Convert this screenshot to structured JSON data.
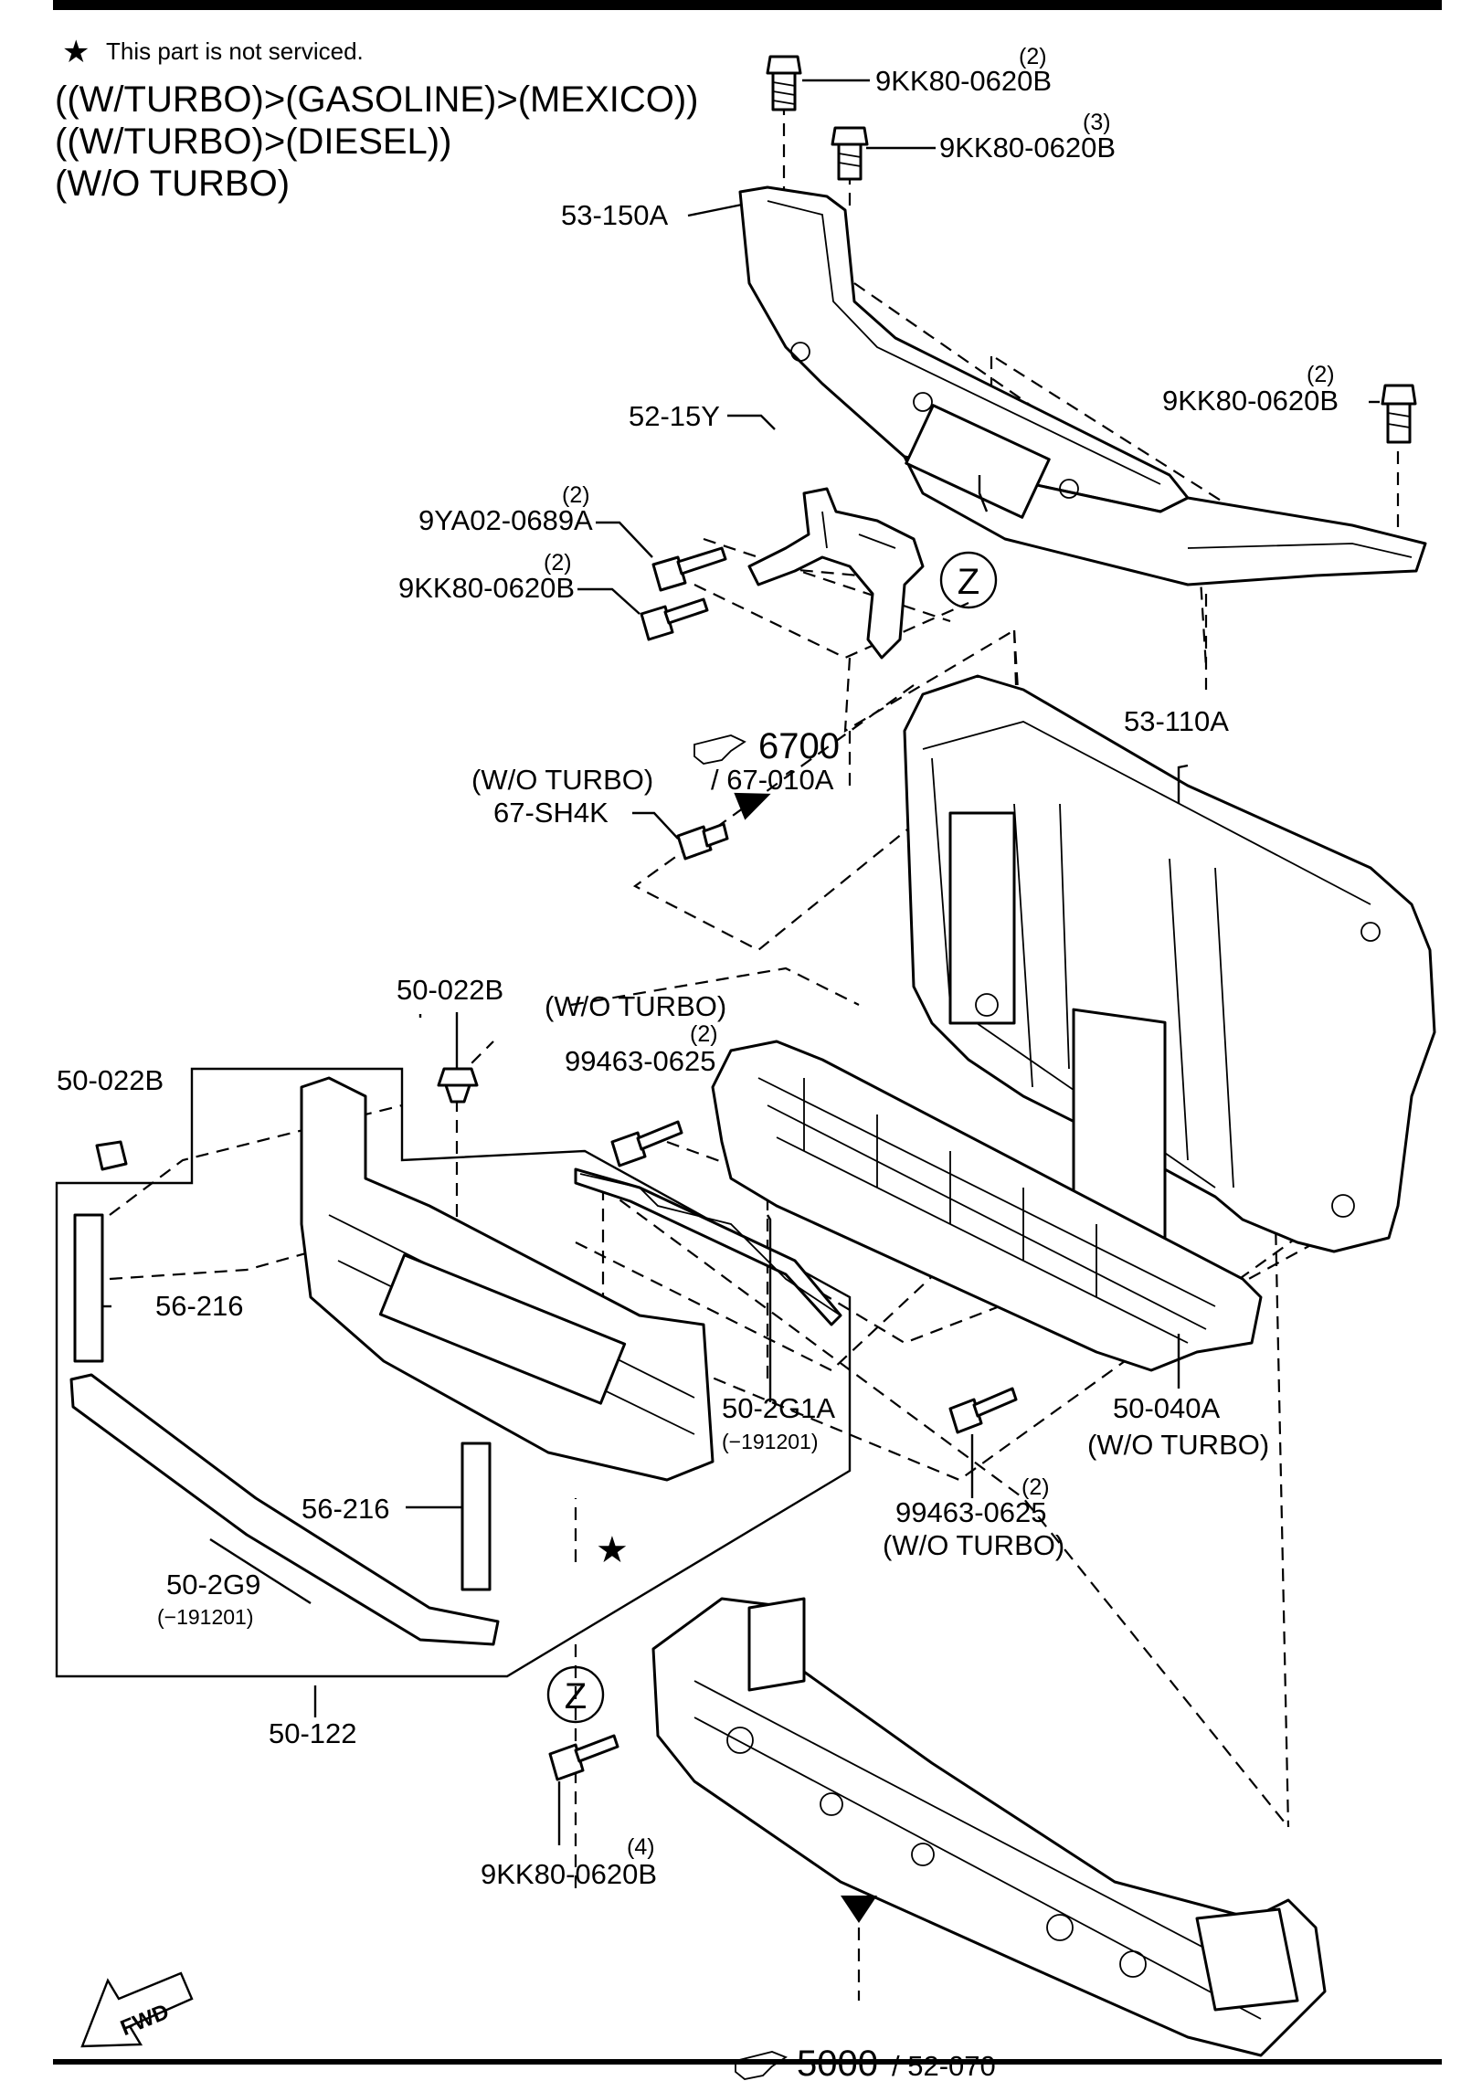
{
  "note": {
    "symbol": "★",
    "text": "This part is not serviced."
  },
  "conditions": [
    "((W/TURBO)>(GASOLINE)>(MEXICO))",
    "((W/TURBO)>(DIESEL))",
    "(W/O TURBO)"
  ],
  "callouts": [
    {
      "part": "9KK80-0620B",
      "qty": "(2)"
    },
    {
      "part": "9KK80-0620B",
      "qty": "(3)"
    },
    {
      "part": "53-150A"
    },
    {
      "part": "9KK80-0620B",
      "qty": "(2)"
    },
    {
      "part": "52-15Y"
    },
    {
      "part": "9YA02-0689A",
      "qty": "(2)"
    },
    {
      "part": "9KK80-0620B",
      "qty": "(2)"
    },
    {
      "part": "53-110A"
    },
    {
      "part": "67-SH4K",
      "cond": "(W/O TURBO)"
    },
    {
      "part": "50-022B"
    },
    {
      "part": "50-022B"
    },
    {
      "part": "99463-0625",
      "qty": "(2)",
      "cond": "(W/O TURBO)"
    },
    {
      "part": "56-216"
    },
    {
      "part": "56-216"
    },
    {
      "part": "50-2G1A",
      "sub": "(−191201)"
    },
    {
      "part": "50-2G9",
      "sub": "(−191201)"
    },
    {
      "part": "50-122"
    },
    {
      "part": "50-040A",
      "cond": "(W/O TURBO)"
    },
    {
      "part": "99463-0625",
      "qty": "(2)",
      "cond": "(W/O TURBO)"
    },
    {
      "part": "9KK80-0620B",
      "qty": "(4)"
    }
  ],
  "references": [
    {
      "main": "6700",
      "sub": "/ 67-010A"
    },
    {
      "main": "5000",
      "sub": "/ 52-070"
    }
  ],
  "markers": {
    "z": "Z",
    "star": "★",
    "fwd": "FWD"
  }
}
